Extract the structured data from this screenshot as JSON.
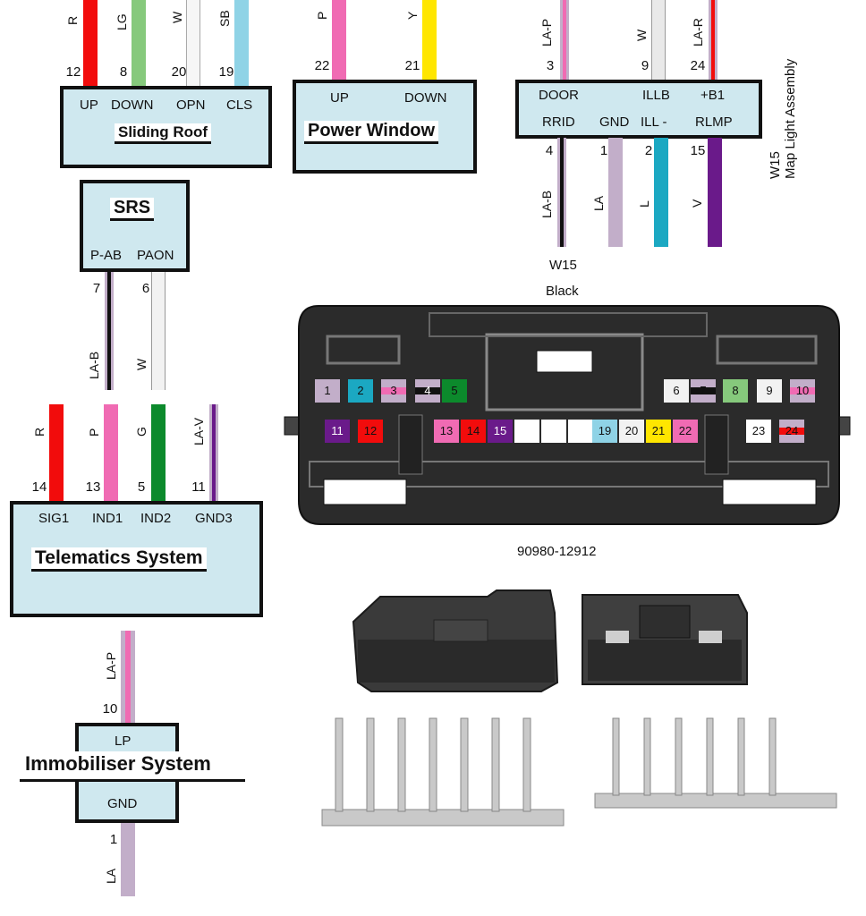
{
  "colors": {
    "R": "#f20c0c",
    "LG": "#86c97c",
    "W": "#f0f0f0",
    "SB": "#8fd3e6",
    "P": "#f06bb3",
    "Y": "#ffe600",
    "LA": "#c2aec9",
    "L": "#1ba8c2",
    "V": "#6a1a8a",
    "G": "#0c8a2c",
    "B": "#111111",
    "box": "#cfe8ef"
  },
  "sliding_roof": {
    "title": "Sliding Roof",
    "wires": [
      {
        "code": "R",
        "pin": "12",
        "label": "UP"
      },
      {
        "code": "LG",
        "pin": "8",
        "label": "DOWN"
      },
      {
        "code": "W",
        "pin": "20",
        "label": "OPN"
      },
      {
        "code": "SB",
        "pin": "19",
        "label": "CLS"
      }
    ]
  },
  "power_window": {
    "title": "Power Window",
    "wires": [
      {
        "code": "P",
        "pin": "22",
        "label": "UP"
      },
      {
        "code": "Y",
        "pin": "21",
        "label": "DOWN"
      }
    ]
  },
  "map_light": {
    "title": "Map Light Assembly",
    "code": "W15",
    "top_wires": [
      {
        "code": "LA-P",
        "pin": "3",
        "label": "DOOR"
      },
      {
        "code": "W",
        "pin": "9",
        "label": "ILLB"
      },
      {
        "code": "LA-R",
        "pin": "24",
        "label": "+B1"
      }
    ],
    "bottom_labels": [
      "RRID",
      "GND",
      "ILL -",
      "RLMP"
    ],
    "bottom_wires": [
      {
        "code": "LA-B",
        "pin": "4"
      },
      {
        "code": "LA",
        "pin": "1"
      },
      {
        "code": "L",
        "pin": "2"
      },
      {
        "code": "V",
        "pin": "15"
      }
    ]
  },
  "srs": {
    "title": "SRS",
    "wires": [
      {
        "code": "LA-B",
        "pin": "7",
        "label": "P-AB"
      },
      {
        "code": "W",
        "pin": "6",
        "label": "PAON"
      }
    ]
  },
  "telematics": {
    "title": "Telematics System",
    "wires": [
      {
        "code": "R",
        "pin": "14",
        "label": "SIG1"
      },
      {
        "code": "P",
        "pin": "13",
        "label": "IND1"
      },
      {
        "code": "G",
        "pin": "5",
        "label": "IND2"
      },
      {
        "code": "LA-V",
        "pin": "11",
        "label": "GND3"
      }
    ]
  },
  "immobiliser": {
    "title": "Immobiliser System",
    "top_wire": {
      "code": "LA-P",
      "pin": "10",
      "label": "LP"
    },
    "bottom_wire": {
      "code": "LA",
      "pin": "1",
      "label": "GND"
    }
  },
  "connector": {
    "code": "W15",
    "color": "Black",
    "part_number": "90980-12912",
    "row1": [
      "1",
      "2",
      "3",
      "4",
      "5",
      "6",
      "7",
      "8",
      "9",
      "10"
    ],
    "row2": [
      "11",
      "12",
      "13",
      "14",
      "15",
      "19",
      "20",
      "21",
      "22",
      "23",
      "24"
    ]
  }
}
